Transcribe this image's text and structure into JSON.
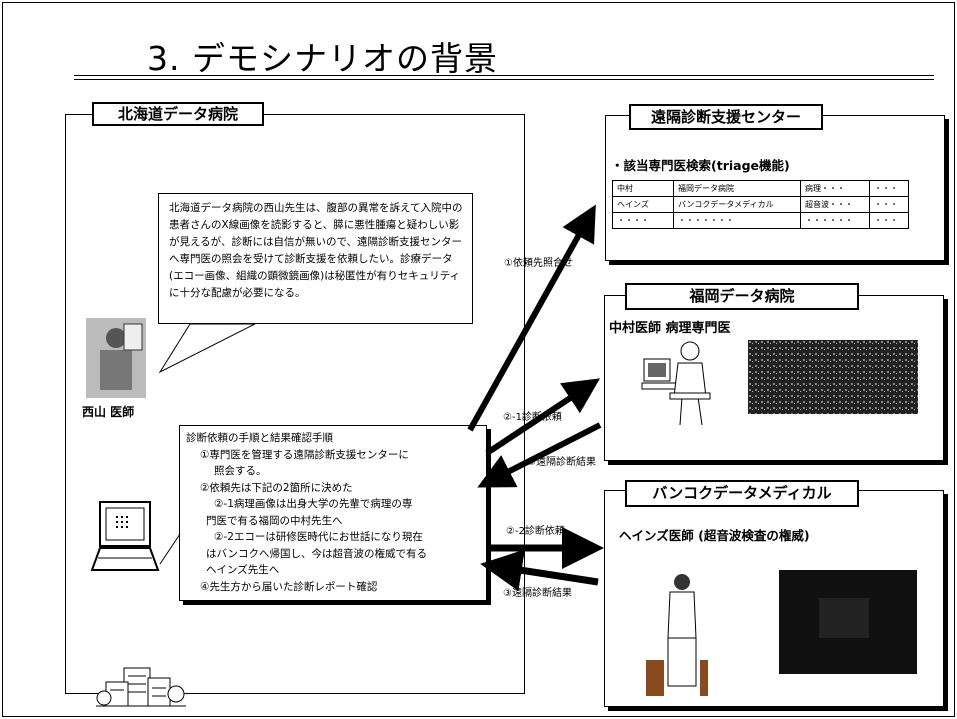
{
  "slide": {
    "title": "3. デモシナリオの背景"
  },
  "hokkaido": {
    "label": "北海道データ病院",
    "doctor": "西山 医師",
    "callout": "北海道データ病院の西山先生は、腹部の異常を訴えて入院中の患者さんのX線画像を読影すると、膵に悪性腫瘍と疑わしい影が見えるが、診断には自信が無いので、遠隔診断支援センターへ専門医の照会を受けて診断支援を依頼したい。診療データ(エコー画像、組織の顕微鏡画像)は秘匿性が有りセキュリティに十分な配慮が必要になる。",
    "steps": [
      "診断依頼の手順と結果確認手順",
      "①専門医を管理する遠隔診断支援センターに",
      "照会する。",
      "②依頼先は下記の2箇所に決めた",
      "②-1病理画像は出身大学の先輩で病理の専",
      "門医で有る福岡の中村先生へ",
      "②-2エコーは研修医時代にお世話になり現在",
      "はバンコクへ帰国し、今は超音波の権威で有る",
      "ヘインズ先生へ",
      "④先生方から届いた診断レポート確認"
    ]
  },
  "center": {
    "label": "遠隔診断支援センター",
    "search_title": "・該当専門医検索(triage機能)",
    "table": [
      [
        "中村",
        "福岡データ病院",
        "病理・・・",
        "・・・"
      ],
      [
        "ヘインズ",
        "バンコクデータメディカル",
        "超音波・・・",
        "・・・"
      ],
      [
        "・・・・",
        "・・・・・・・",
        "・・・・・・",
        "・・・"
      ]
    ]
  },
  "fukuoka": {
    "label": "福岡データ病院",
    "doctor": "中村医師 病理専門医"
  },
  "bangkok": {
    "label": "バンコクデータメディカル",
    "doctor": "ヘインズ医師 (超音波検査の権威)"
  },
  "arrows": {
    "a1": "①依頼先照合せ",
    "a2": "②-1診断依頼",
    "a3": "③遠隔診断結果",
    "a4": "②-2診断依頼",
    "a5": "③遠隔診断結果"
  }
}
